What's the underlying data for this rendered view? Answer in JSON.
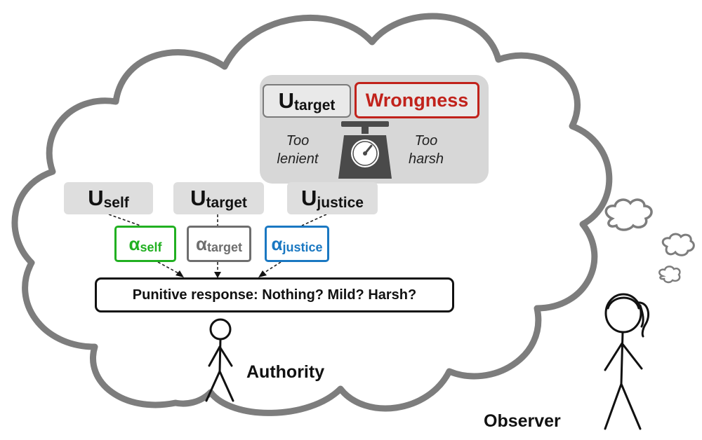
{
  "scale_panel": {
    "u_target": {
      "letter": "U",
      "sub": "target"
    },
    "wrongness": "Wrongness",
    "left_text": [
      "Too",
      "lenient"
    ],
    "right_text": [
      "Too",
      "harsh"
    ]
  },
  "utilities": [
    {
      "letter": "U",
      "sub": "self"
    },
    {
      "letter": "U",
      "sub": "target"
    },
    {
      "letter": "U",
      "sub": "justice"
    }
  ],
  "alphas": [
    {
      "letter": "α",
      "sub": "self",
      "color": "#21b021"
    },
    {
      "letter": "α",
      "sub": "target",
      "color": "#6e6e6e"
    },
    {
      "letter": "α",
      "sub": "justice",
      "color": "#1a78c2"
    }
  ],
  "punitive_response": "Punitive response: Nothing? Mild? Harsh?",
  "authority_label": "Authority",
  "observer_label": "Observer",
  "colors": {
    "wrongness": "#c1221b",
    "panel": "#d7d7d7",
    "cloud_stroke": "#7d7d7d"
  }
}
